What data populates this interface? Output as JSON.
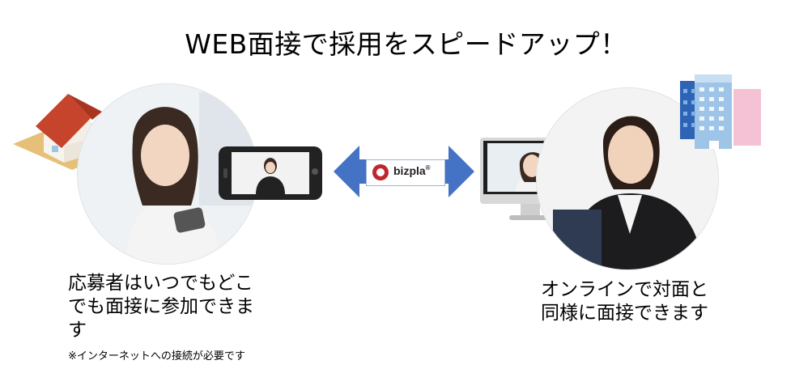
{
  "title": "WEB面接で採用をスピードアップ！",
  "left_caption": {
    "lines": [
      "応募者はいつでもどこ",
      "でも面接に参加できま",
      "す"
    ],
    "note": "※インターネットへの接続が必要です"
  },
  "right_caption": {
    "lines": [
      "オンラインで対面と",
      "同様に面接できます"
    ]
  },
  "logo": {
    "text": "bizpla",
    "mark": "®"
  },
  "colors": {
    "arrow": "#4472c4",
    "logo_red": "#c0272d",
    "roof": "#c5442b",
    "building": "#5b9bd5"
  },
  "icons": [
    "house-icon",
    "smartphone-icon",
    "double-arrow-icon",
    "monitor-icon",
    "building-icon"
  ]
}
